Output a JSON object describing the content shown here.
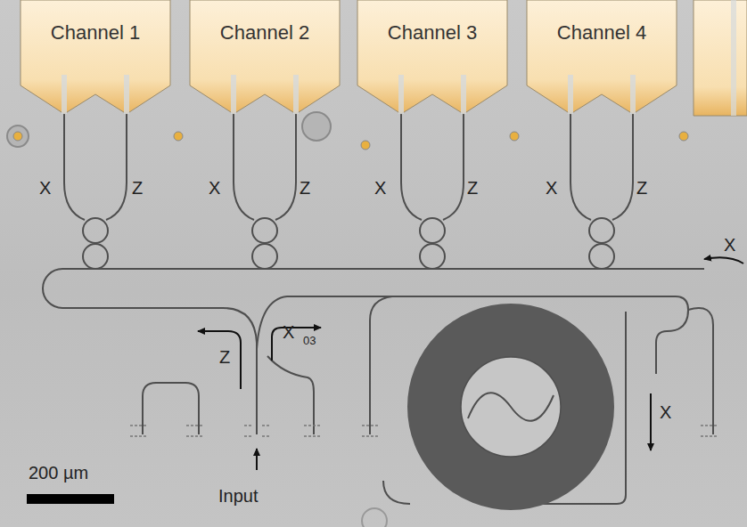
{
  "diagram": {
    "nodes": [
      {
        "text": [
          "Channel 1"
        ]
      },
      {
        "text": [
          "Channel 2"
        ]
      },
      {
        "text": [
          "Channel 3"
        ]
      },
      {
        "text": [
          "Channel 4"
        ]
      }
    ],
    "edges": [],
    "labels": [
      "X",
      "Z",
      "X",
      "Z",
      "X",
      "Z",
      "X",
      "Z",
      "X",
      "Z",
      "X",
      "03",
      "X",
      "200 µm",
      "Input"
    ]
  }
}
